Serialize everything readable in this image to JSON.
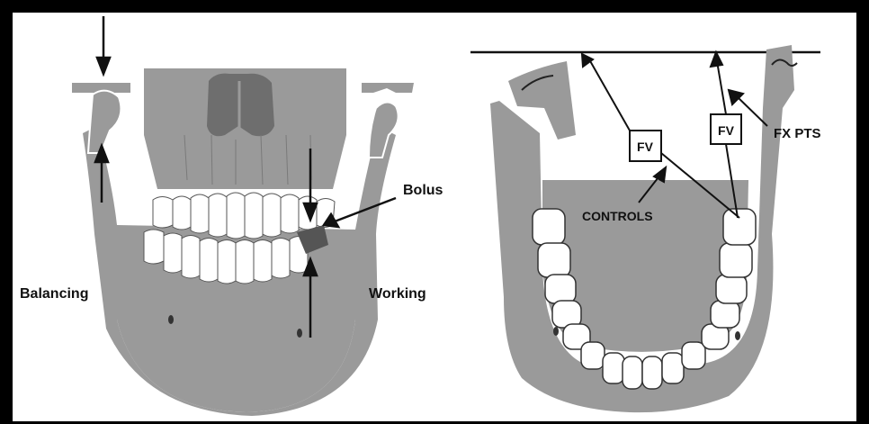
{
  "labels": {
    "bolus": "Bolus",
    "balancing": "Balancing",
    "working": "Working",
    "fv_left": "FV",
    "fv_right": "FV",
    "fx_pts": "FX PTS",
    "controls": "CONTROLS"
  },
  "colors": {
    "frame": "#000000",
    "panel": "#ffffff",
    "bone": "#9a9a9a",
    "bone_dark": "#6e6e6e",
    "teeth": "#ffffff",
    "ink": "#111111"
  },
  "panels": [
    "frontal-jaw-view",
    "occlusal-mandible-view"
  ]
}
